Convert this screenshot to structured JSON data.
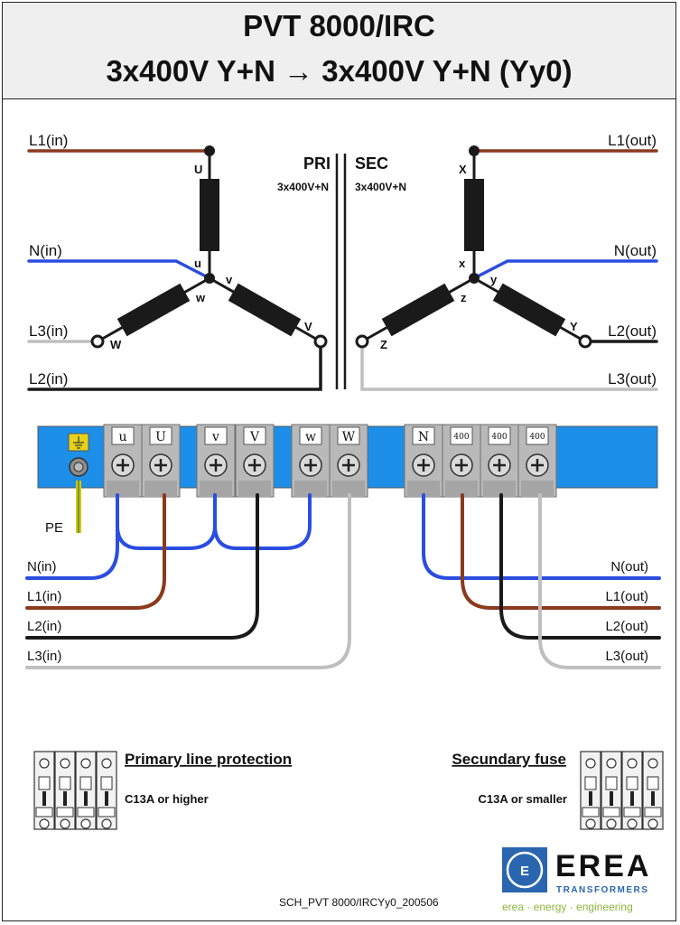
{
  "title": {
    "line1": "PVT 8000/IRC",
    "line2": "3x400V Y+N → 3x400V Y+N  (Yy0)"
  },
  "schematic": {
    "primary": {
      "side_label": "PRI",
      "voltage": "3x400V+N",
      "lines": {
        "l1": "L1(in)",
        "n": "N(in)",
        "l3": "L3(in)",
        "l2": "L2(in)"
      },
      "winding_ends_upper": [
        "U",
        "V",
        "W"
      ],
      "winding_ends_lower": [
        "u",
        "v",
        "w"
      ]
    },
    "secondary": {
      "side_label": "SEC",
      "voltage": "3x400V+N",
      "lines": {
        "l1": "L1(out)",
        "n": "N(out)",
        "l2": "L2(out)",
        "l3": "L3(out)"
      },
      "winding_ends_upper": [
        "X",
        "Y",
        "Z"
      ],
      "winding_ends_lower": [
        "x",
        "y",
        "z"
      ]
    }
  },
  "terminal_block": {
    "terminals": [
      "u",
      "U",
      "v",
      "V",
      "w",
      "W",
      "N",
      "400",
      "400",
      "400"
    ],
    "pe_label": "PE",
    "input_wires": [
      "N(in)",
      "L1(in)",
      "L2(in)",
      "L3(in)"
    ],
    "output_wires": [
      "N(out)",
      "L1(out)",
      "L2(out)",
      "L3(out)"
    ]
  },
  "protection": {
    "primary": {
      "title": "Primary line protection",
      "rating": "C13A or higher"
    },
    "secondary": {
      "title": "Secundary fuse",
      "rating": "C13A or smaller"
    }
  },
  "logo": {
    "name": "EREA",
    "sub": "TRANSFORMERS",
    "tagline": "erea · energy · engineering"
  },
  "footer": {
    "doc_id": "SCH_PVT 8000/IRCYy0_200506"
  },
  "colors": {
    "brown": "#8b3a1e",
    "blue": "#2b4de0",
    "grey": "#bfbfbf",
    "black": "#1a1a1a",
    "terminal_bar": "#1d8fe8",
    "logo_blue": "#2a66b0",
    "tagline_green": "#8cb53a"
  }
}
